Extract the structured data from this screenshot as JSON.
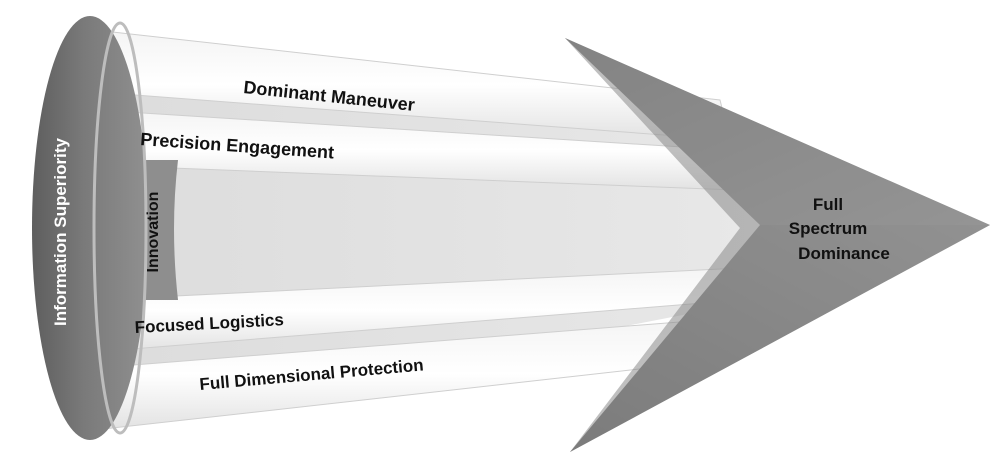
{
  "ring_label": "Information Superiority",
  "inner_ring_label": "Innovation",
  "beams": [
    {
      "label": "Dominant Maneuver"
    },
    {
      "label": "Precision Engagement"
    },
    {
      "label": "Focused Logistics"
    },
    {
      "label": "Full Dimensional Protection"
    }
  ],
  "arrowhead": {
    "line1": "Full",
    "line2": "Spectrum",
    "line3": "Dominance"
  }
}
